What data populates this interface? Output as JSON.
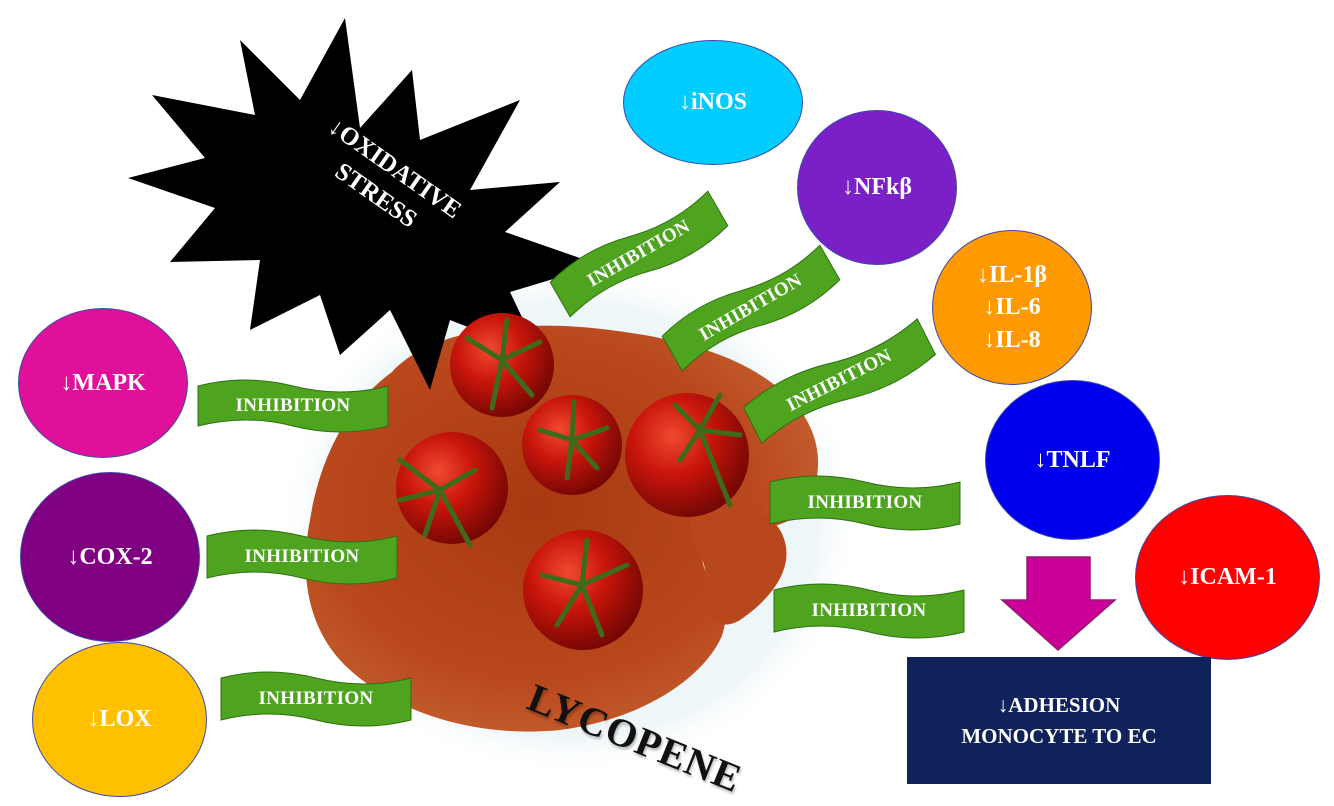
{
  "oxidative_stress": {
    "line1": "↓OXIDATIVE",
    "line2": "STRESS"
  },
  "lycopene_label": "LYCOPENE",
  "inhibition_label": "INHIBITION",
  "circles": {
    "inos": {
      "label": "↓iNOS",
      "color": "#00ccff"
    },
    "nfkb": {
      "label": "↓NFkβ",
      "color": "#7b20c7"
    },
    "interleukins": {
      "lines": [
        "↓IL-1β",
        "↓IL-6",
        "↓IL-8"
      ],
      "color": "#ff9900"
    },
    "tnlf": {
      "label": "↓TNLF",
      "color": "#0000ee"
    },
    "icam": {
      "label": "↓ICAM-1",
      "color": "#ff0000"
    },
    "mapk": {
      "label": "↓MAPK",
      "color": "#e0109a"
    },
    "cox2": {
      "label": "↓COX-2",
      "color": "#7f0080"
    },
    "lox": {
      "label": "↓LOX",
      "color": "#ffc000"
    }
  },
  "adhesion_box": {
    "line1": "↓ADHESION",
    "line2": "MONOCYTE  TO EC",
    "color": "#0f2259"
  },
  "colors": {
    "banner_green": "#4ea31f",
    "arrow_magenta": "#cc0099",
    "burst_black": "#000000",
    "powder": "#b4441a",
    "tomato": "#c5130b"
  }
}
